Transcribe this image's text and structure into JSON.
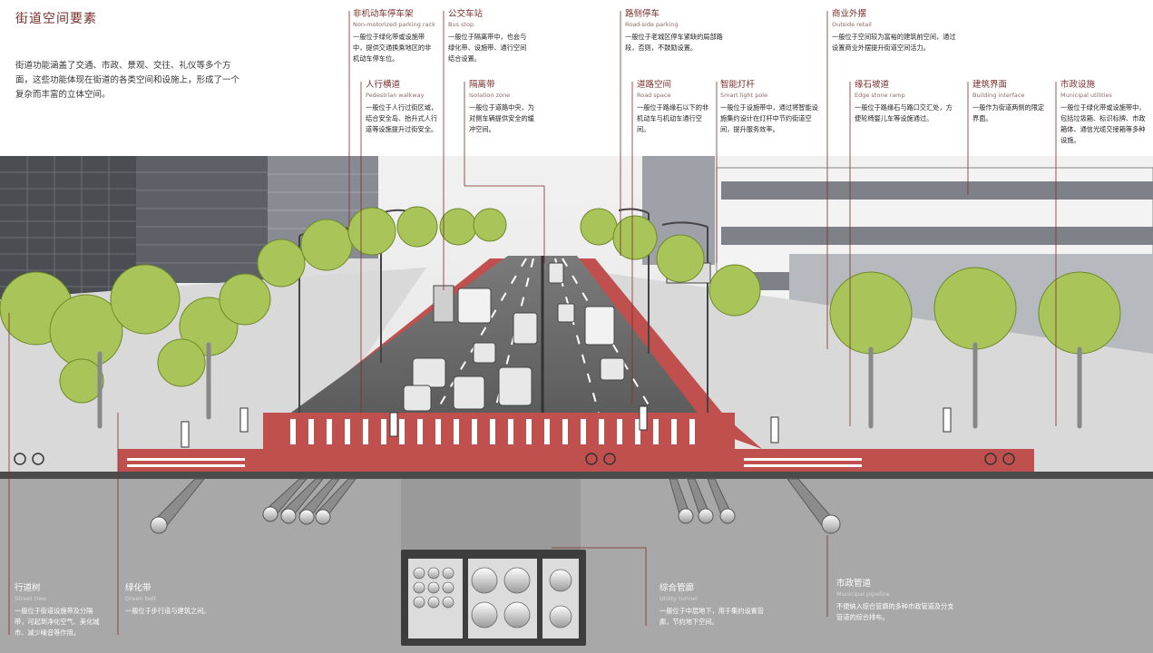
{
  "page": {
    "title": "街道空间要素",
    "intro": "街道功能涵盖了交通、市政、景观、交往、礼仪等多个方面，这些功能体现在街道的各类空间和设施上，形成了一个复杂而丰富的立体空间。"
  },
  "labels": {
    "bike_parking": {
      "zh": "非机动车停车架",
      "en": "Non-motorized parking rack",
      "desc": "一般位于绿化带或设施带中，提供交通换乘地区的非机动车停车位。"
    },
    "bus_stop": {
      "zh": "公交车站",
      "en": "Bus stop",
      "desc": "一般位于隔离带中，也会与绿化带、设施带、通行空间结合设置。"
    },
    "roadside_parking": {
      "zh": "路侧停车",
      "en": "Road-side parking",
      "desc": "一般位于老城区停车紧缺的局部路段，否则，不鼓励设置。"
    },
    "outside_retail": {
      "zh": "商业外摆",
      "en": "Outside retail",
      "desc": "一般位于空间较为富裕的建筑前空间，通过设置商业外摆提升街道空间活力。"
    },
    "pedestrian_walkway": {
      "zh": "人行横道",
      "en": "Pedestrian walkway",
      "desc": "一般位于人行过街区域，结合安全岛、抬升式人行道等设施提升过街安全。"
    },
    "isolation_zone": {
      "zh": "隔离带",
      "en": "Isolation zone",
      "desc": "一般位于道路中央，为对侧车辆提供安全的缓冲空间。"
    },
    "road_space": {
      "zh": "道路空间",
      "en": "Road space",
      "desc": "一般位于路缘石以下的非机动车与机动车通行空间。"
    },
    "smart_light": {
      "zh": "智能灯杆",
      "en": "Smart light pole",
      "desc": "一般位于设施带中，通过将智能设施集约设计在灯杆中节约街道空间，提升服务效率。"
    },
    "edge_ramp": {
      "zh": "缘石坡道",
      "en": "Edge stone ramp",
      "desc": "一般位于路缘石与路口交汇处，方便轮椅婴儿车等设施通过。"
    },
    "building_interface": {
      "zh": "建筑界面",
      "en": "Building interface",
      "desc": "一般作为街道两侧的限定界面。"
    },
    "municipal_utilities": {
      "zh": "市政设施",
      "en": "Municipal utilities",
      "desc": "一般位于绿化带或设施带中，包括垃圾箱、标识标牌、市政箱体、通信光缆交接箱等多种设施。"
    },
    "street_tree": {
      "zh": "行道树",
      "en": "Street tree",
      "desc": "一般位于街道设施带及分隔带，可起到净化空气、美化城市、减少噪音等作用。"
    },
    "green_belt": {
      "zh": "绿化带",
      "en": "Green belt",
      "desc": "一般位于步行道与建筑之间。"
    },
    "utility_tunnel": {
      "zh": "综合管廊",
      "en": "Utility tunnel",
      "desc": "一般位于中层地下，用于集约设置管廊，节约地下空间。"
    },
    "municipal_pipeline": {
      "zh": "市政管道",
      "en": "Municipal pipeline",
      "desc": "不便纳入综合管廊的多种市政管道及分支管道的综合排布。"
    }
  },
  "colors": {
    "accent": "#7a2f2b",
    "bike_lane": "#c0504d",
    "asphalt": "#636363",
    "sidewalk": "#d8d8d8",
    "tree": "#a9c458",
    "underground": "#a8a8a8"
  },
  "icons": [
    "tree-icon",
    "bus-icon",
    "car-icon",
    "bicycle-icon",
    "pedestrian-icon",
    "street-light-icon",
    "pipe-icon"
  ]
}
